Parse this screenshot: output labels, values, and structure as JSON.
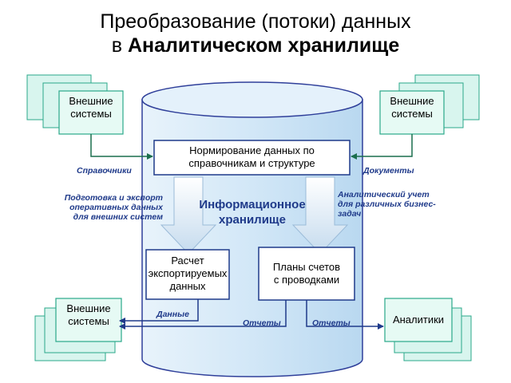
{
  "title": {
    "line1": "Преобразование (потоки) данных",
    "line2_prefix": "в",
    "line2_bold": "Аналитическом хранилище"
  },
  "colors": {
    "cylinder_fill": "#cfe6f7",
    "cylinder_stroke": "#2f3f9a",
    "ext_fill": "#d8f5ee",
    "ext_stroke": "#2aa88a",
    "box_stroke": "#1f3a8a",
    "connector_green": "#1a6e4d",
    "connector_blue": "#1f3a8a"
  },
  "external": {
    "top_left": "Внешние\nсистемы",
    "top_right": "Внешние\nсистемы",
    "bottom_left": "Внешние\nсистемы",
    "bottom_right": "Аналитики"
  },
  "boxes": {
    "normalize": "Нормирование данных по\nсправочникам и структуре",
    "calc": "Расчет\nэкспортируемых\nданных",
    "plans": "Планы счетов\nс проводками"
  },
  "storage_label": "Информационное\nхранилище",
  "labels": {
    "refs": "Справочники",
    "docs": "Документы",
    "prep": "Подготовка и экспорт\nоперативных данных\nдля внешних систем",
    "analytic": "Аналитический учет\nдля различных бизнес-\nзадач",
    "data": "Данные",
    "reports1": "Отчеты",
    "reports2": "Отчеты"
  }
}
